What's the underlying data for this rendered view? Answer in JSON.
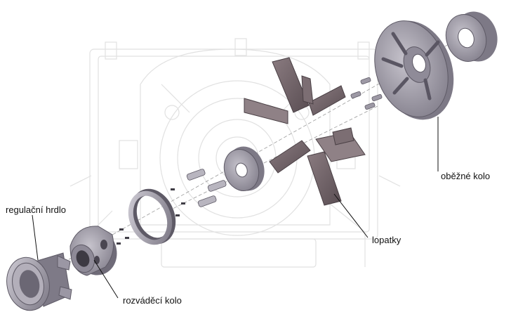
{
  "labels": {
    "regulation_throat": "regulační hrdlo",
    "guide_wheel": "rozváděcí kolo",
    "blades": "lopatky",
    "impeller": "oběžné kolo"
  },
  "colors": {
    "part_fill": "#9a96a3",
    "part_dark": "#5e5a66",
    "part_light": "#c9c6cf",
    "blade_fill": "#6f6267",
    "blade_light": "#9f9296",
    "ghost_line": "#e2e2e2",
    "leader": "#111111"
  }
}
